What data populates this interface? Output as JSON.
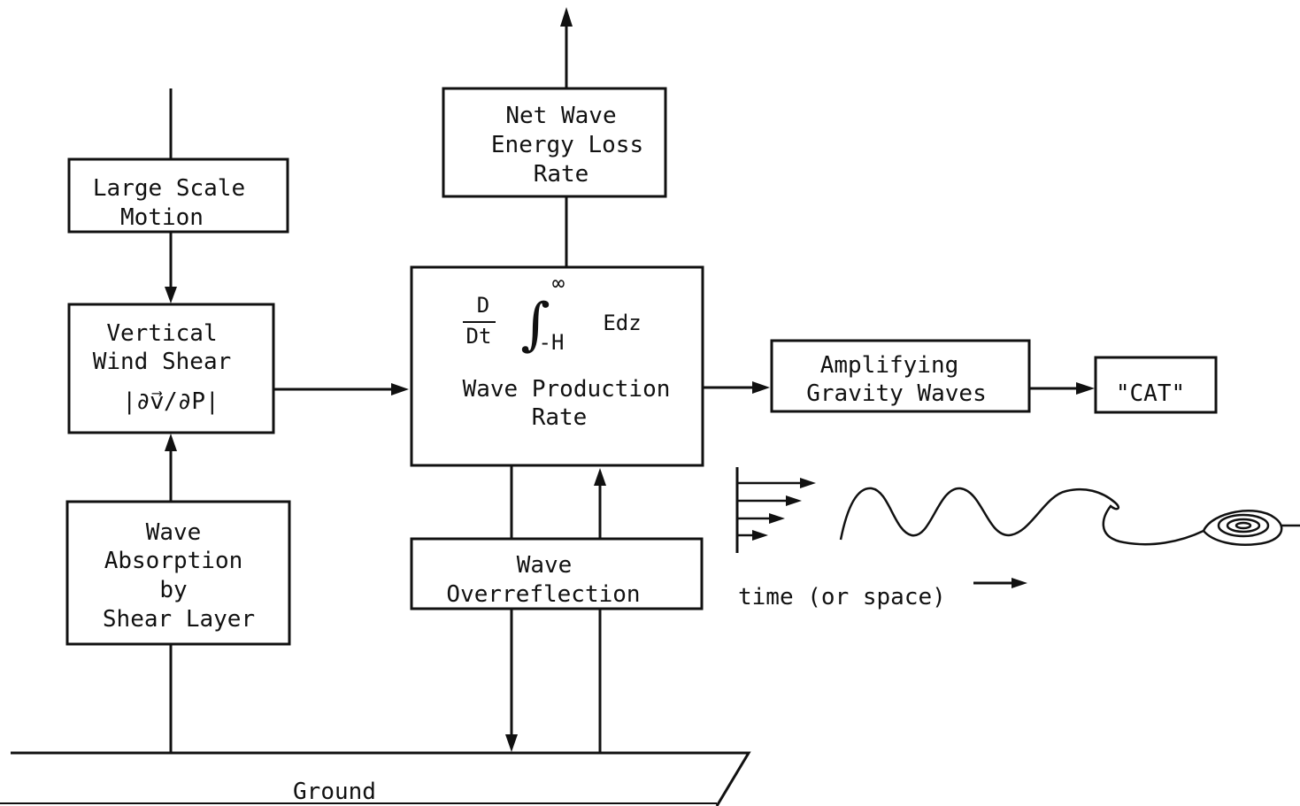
{
  "diagram": {
    "boxes": {
      "large_scale_motion": [
        "Large Scale",
        "Motion"
      ],
      "vertical_wind_shear": [
        "Vertical",
        "Wind Shear",
        "|∂v⃗/∂P|"
      ],
      "wave_absorption": [
        "Wave",
        "Absorption",
        "by",
        "Shear Layer"
      ],
      "net_wave_energy_loss": [
        "Net Wave",
        "Energy Loss",
        "Rate"
      ],
      "wave_production": {
        "operator_num": "D",
        "operator_den": "Dt",
        "integral": "∫",
        "upper_limit": "∞",
        "lower_limit": "-H",
        "integrand": "Edz",
        "label": [
          "Wave Production",
          "Rate"
        ]
      },
      "wave_overreflection": [
        "Wave",
        "Overreflection"
      ],
      "amplifying_gravity_waves": [
        "Amplifying",
        "Gravity Waves"
      ],
      "cat": "\"CAT\""
    },
    "ground_label": "Ground",
    "time_axis_label": "time (or space)"
  }
}
